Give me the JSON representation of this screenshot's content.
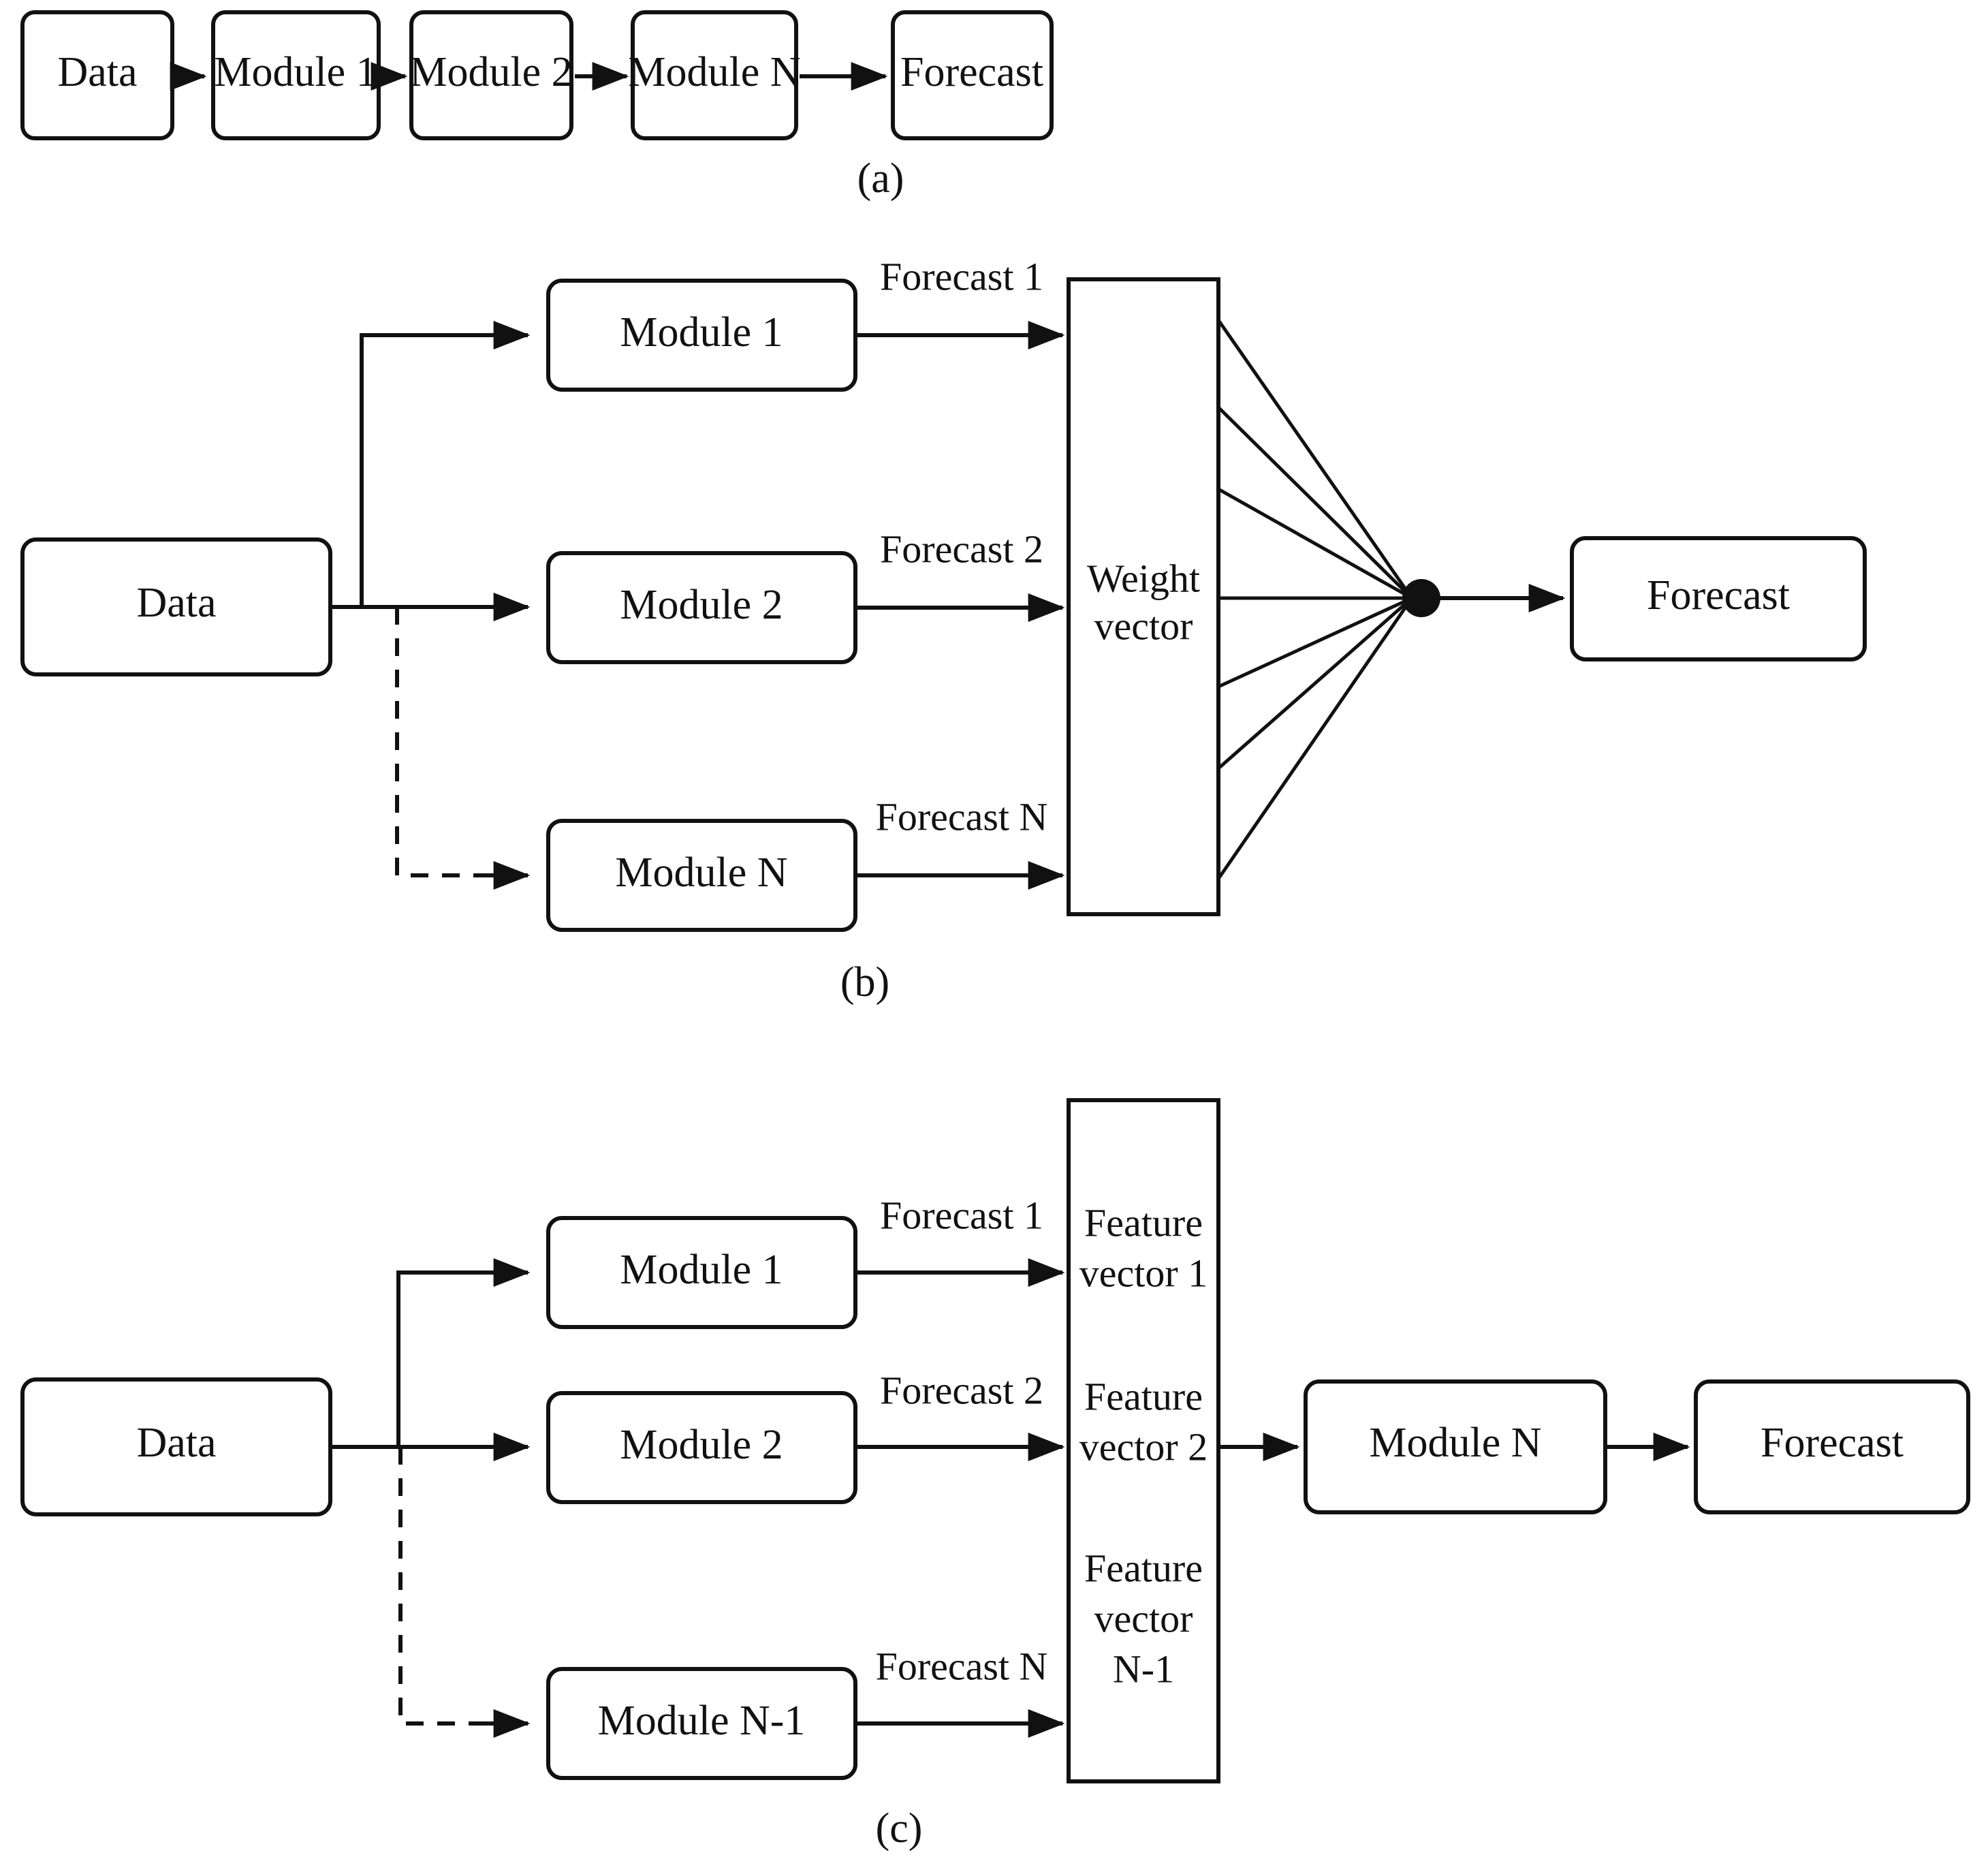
{
  "figure": {
    "title": "Three ensemble forecasting architectures",
    "background_color": "#ffffff",
    "line_color": "#111111"
  },
  "panels": [
    {
      "id": "a",
      "caption": "(a)",
      "description": "Serial pipeline of modules",
      "boxes": [
        {
          "id": "a-data",
          "label": "Data"
        },
        {
          "id": "a-module-1",
          "label": "Module 1"
        },
        {
          "id": "a-module-2",
          "label": "Module 2"
        },
        {
          "id": "a-module-n",
          "label": "Module  N"
        },
        {
          "id": "a-forecast",
          "label": "Forecast"
        }
      ],
      "connectors": [
        {
          "from": "a-data",
          "to": "a-module-1",
          "style": "solid"
        },
        {
          "from": "a-module-1",
          "to": "a-module-2",
          "style": "solid"
        },
        {
          "from": "a-module-2",
          "to": "a-module-n",
          "style": "dashed"
        },
        {
          "from": "a-module-n",
          "to": "a-forecast",
          "style": "solid"
        }
      ]
    },
    {
      "id": "b",
      "caption": "(b)",
      "description": "Parallel modules combined by a weight vector into a summation node",
      "boxes": [
        {
          "id": "b-data",
          "label": "Data"
        },
        {
          "id": "b-module-1",
          "label": "Module 1"
        },
        {
          "id": "b-module-2",
          "label": "Module 2"
        },
        {
          "id": "b-module-n",
          "label": "Module  N"
        },
        {
          "id": "b-forecast",
          "label": "Forecast"
        }
      ],
      "weight_vector": {
        "id": "b-weight-vector",
        "label_line_1": "Weight",
        "label_line_2": "vector",
        "fan_line_count": 7
      },
      "edge_labels": [
        {
          "id": "b-forecast-1",
          "label": "Forecast 1"
        },
        {
          "id": "b-forecast-2",
          "label": "Forecast 2"
        },
        {
          "id": "b-forecast-n",
          "label": "Forecast N"
        }
      ],
      "connectors": [
        {
          "from": "b-data",
          "to": "b-module-1",
          "style": "solid"
        },
        {
          "from": "b-data",
          "to": "b-module-2",
          "style": "solid"
        },
        {
          "from": "b-data",
          "to": "b-module-n",
          "style": "dashed"
        },
        {
          "from": "b-module-1",
          "to": "b-weight-vector",
          "style": "solid"
        },
        {
          "from": "b-module-2",
          "to": "b-weight-vector",
          "style": "solid"
        },
        {
          "from": "b-module-n",
          "to": "b-weight-vector",
          "style": "solid"
        },
        {
          "from": "b-sum-node",
          "to": "b-forecast",
          "style": "solid"
        }
      ]
    },
    {
      "id": "c",
      "caption": "(c)",
      "description": "Parallel modules producing feature vectors fed into a final module",
      "boxes": [
        {
          "id": "c-data",
          "label": "Data"
        },
        {
          "id": "c-module-1",
          "label": "Module 1"
        },
        {
          "id": "c-module-2",
          "label": "Module 2"
        },
        {
          "id": "c-module-n-1",
          "label": "Module  N-1"
        },
        {
          "id": "c-module-n",
          "label": "Module  N"
        },
        {
          "id": "c-forecast",
          "label": "Forecast"
        }
      ],
      "feature_vector": {
        "id": "c-feature-vector",
        "entries": [
          {
            "line_1": "Feature",
            "line_2": "vector 1",
            "line_3": ""
          },
          {
            "line_1": "Feature",
            "line_2": "vector 2",
            "line_3": ""
          },
          {
            "line_1": "Feature",
            "line_2": "vector",
            "line_3": "N-1"
          }
        ]
      },
      "edge_labels": [
        {
          "id": "c-forecast-1",
          "label": "Forecast 1"
        },
        {
          "id": "c-forecast-2",
          "label": "Forecast 2"
        },
        {
          "id": "c-forecast-n",
          "label": "Forecast N"
        }
      ],
      "connectors": [
        {
          "from": "c-data",
          "to": "c-module-1",
          "style": "solid"
        },
        {
          "from": "c-data",
          "to": "c-module-2",
          "style": "solid"
        },
        {
          "from": "c-data",
          "to": "c-module-n-1",
          "style": "dashed"
        },
        {
          "from": "c-module-1",
          "to": "c-feature-vector",
          "style": "solid"
        },
        {
          "from": "c-module-2",
          "to": "c-feature-vector",
          "style": "solid"
        },
        {
          "from": "c-module-n-1",
          "to": "c-feature-vector",
          "style": "solid"
        },
        {
          "from": "c-feature-vector",
          "to": "c-module-n",
          "style": "solid"
        },
        {
          "from": "c-module-n",
          "to": "c-forecast",
          "style": "solid"
        }
      ]
    }
  ]
}
